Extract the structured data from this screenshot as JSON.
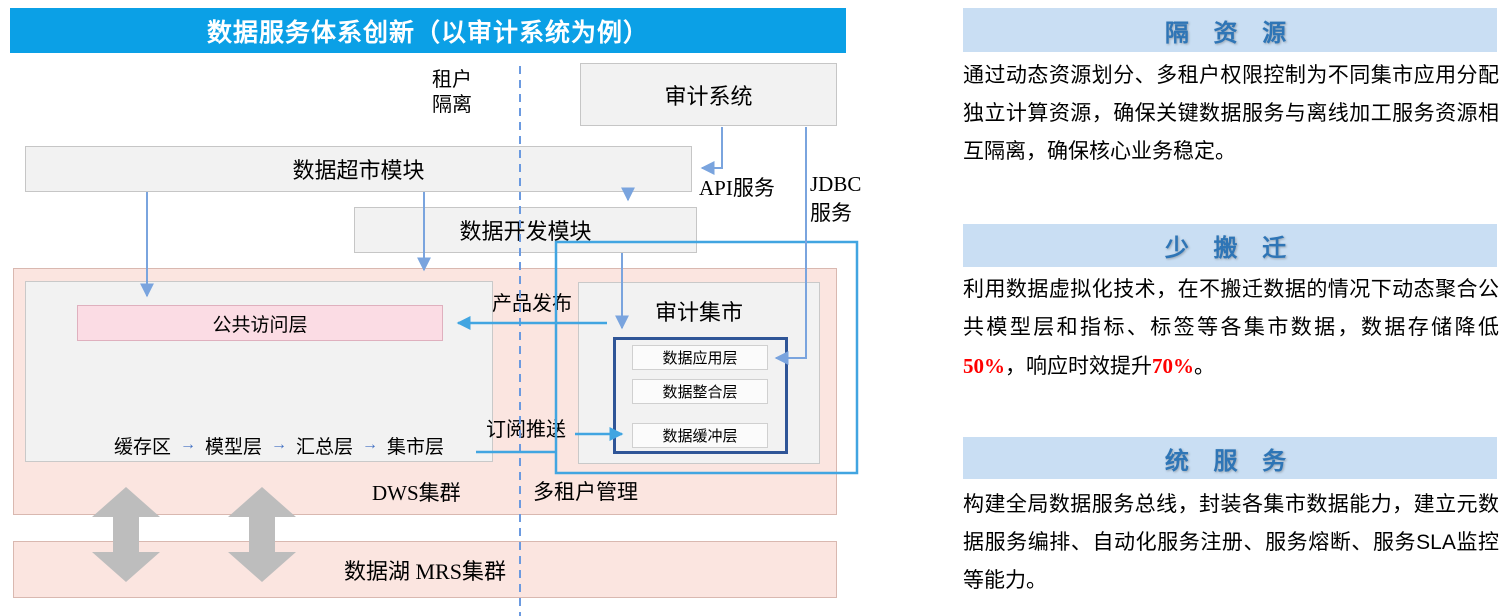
{
  "colors": {
    "title_bar_blue": "#0BA0E6",
    "section_header_bg": "#C9DEF3",
    "section_header_text": "#2E75B6",
    "medium_blue_line": "#7AA4DE",
    "light_blue_line": "#41A5E1",
    "dashed_line_blue": "#6B9AE0",
    "dark_box_border": "#2F5597",
    "pink_fill": "#FBE5E0",
    "public_access_pink": "#FBDCE4",
    "gray_box_fill": "#F2F2F2",
    "gray_arrow": "#BDBDBD",
    "highlight_red": "#FF0000"
  },
  "diagram": {
    "title": "数据服务体系创新（以审计系统为例）",
    "boxes": {
      "audit_system": "审计系统",
      "data_supermarket": "数据超市模块",
      "data_dev": "数据开发模块",
      "public_access": "公共访问层",
      "audit_mart": "审计集市",
      "data_app_layer": "数据应用层",
      "data_integration_layer": "数据整合层",
      "data_buffer_layer": "数据缓冲层"
    },
    "labels": {
      "tenant_l1": "租户",
      "tenant_l2": "隔离",
      "api_service": "API服务",
      "jdbc_l1": "JDBC",
      "jdbc_l2": "服务",
      "product_publish": "产品发布",
      "subscribe_push": "订阅推送",
      "dws_cluster": "DWS集群",
      "multi_tenant": "多租户管理",
      "data_lake": "数据湖 MRS集群"
    },
    "flow": {
      "items": [
        "缓存区",
        "模型层",
        "汇总层",
        "集市层"
      ],
      "sep": "→"
    }
  },
  "right_panel": {
    "sections": [
      {
        "title": "隔 资 源",
        "body": "通过动态资源划分、多租户权限控制为不同集市应用分配独立计算资源，确保关键数据服务与离线加工服务资源相互隔离，确保核心业务稳定。"
      },
      {
        "title": "少 搬 迁",
        "body_parts": [
          {
            "text": "利用数据虚拟化技术，在不搬迁数据的情况下动态聚合公共模型层和指标、标签等各集市数据，数据存储降低"
          },
          {
            "text": "50%"
          },
          {
            "text": "，响应时效提升"
          },
          {
            "text": "70%"
          },
          {
            "text": "。"
          }
        ]
      },
      {
        "title": "统 服 务",
        "body": "构建全局数据服务总线，封装各集市数据能力，建立元数据服务编排、自动化服务注册、服务熔断、服务SLA监控等能力。"
      }
    ]
  }
}
